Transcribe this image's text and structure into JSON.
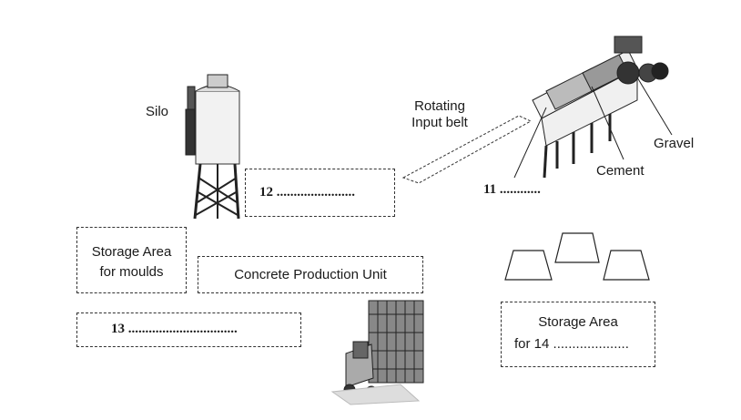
{
  "labels": {
    "silo": "Silo",
    "rotating_input_belt": [
      "Rotating",
      "Input belt"
    ],
    "gravel": "Gravel",
    "cement": "Cement",
    "q11": "11 ............",
    "q12": "12 .......................",
    "q13": "13 ................................",
    "q14_line1": "Storage Area",
    "q14_line2": "for 14 ....................",
    "storage_moulds": [
      "Storage Area",
      "for moulds"
    ],
    "concrete_unit": "Concrete Production Unit"
  }
}
